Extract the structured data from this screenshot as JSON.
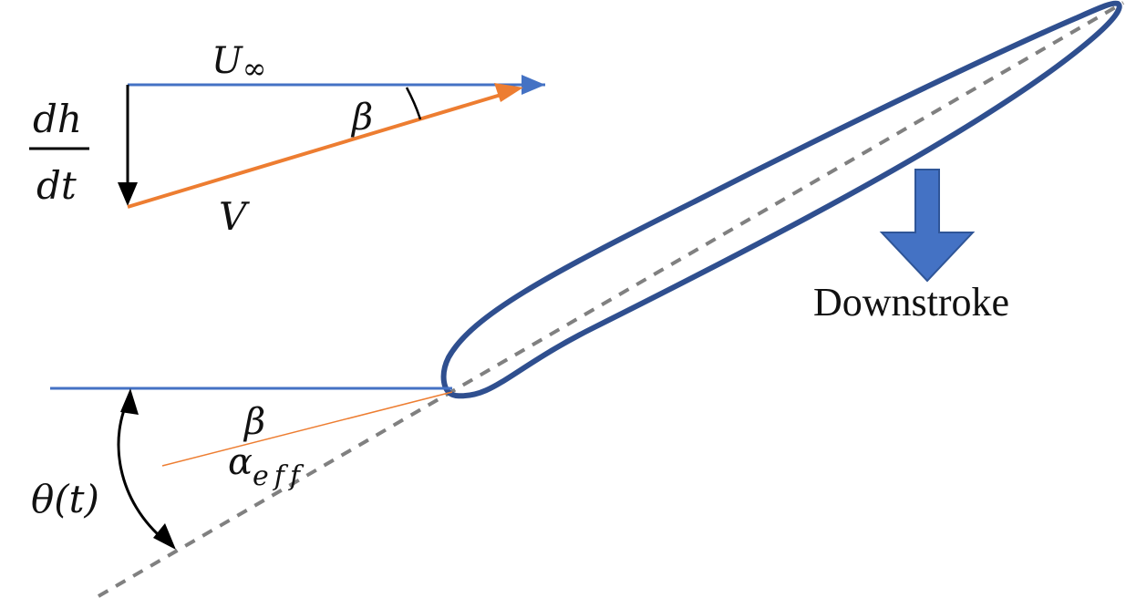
{
  "velocity_triangle": {
    "u_inf": {
      "symbol": "U",
      "subscript": "∞"
    },
    "beta_label": "β",
    "v_label": "V",
    "dhdt": {
      "numerator": "dh",
      "denominator": "dt"
    }
  },
  "airfoil_angles": {
    "beta_label": "β",
    "alpha_eff": {
      "symbol": "α",
      "subscript": "eff"
    },
    "theta_label": "θ(t)"
  },
  "motion": {
    "label": "Downstroke"
  },
  "colors": {
    "u_inf_line": "#4472C4",
    "velocity_line": "#ED7D31",
    "airfoil_outline": "#2F4F8F",
    "chord_dashed": "#808080",
    "downstroke_arrow_fill": "#4472C4",
    "downstroke_arrow_stroke": "#2F5597",
    "black": "#000000"
  }
}
